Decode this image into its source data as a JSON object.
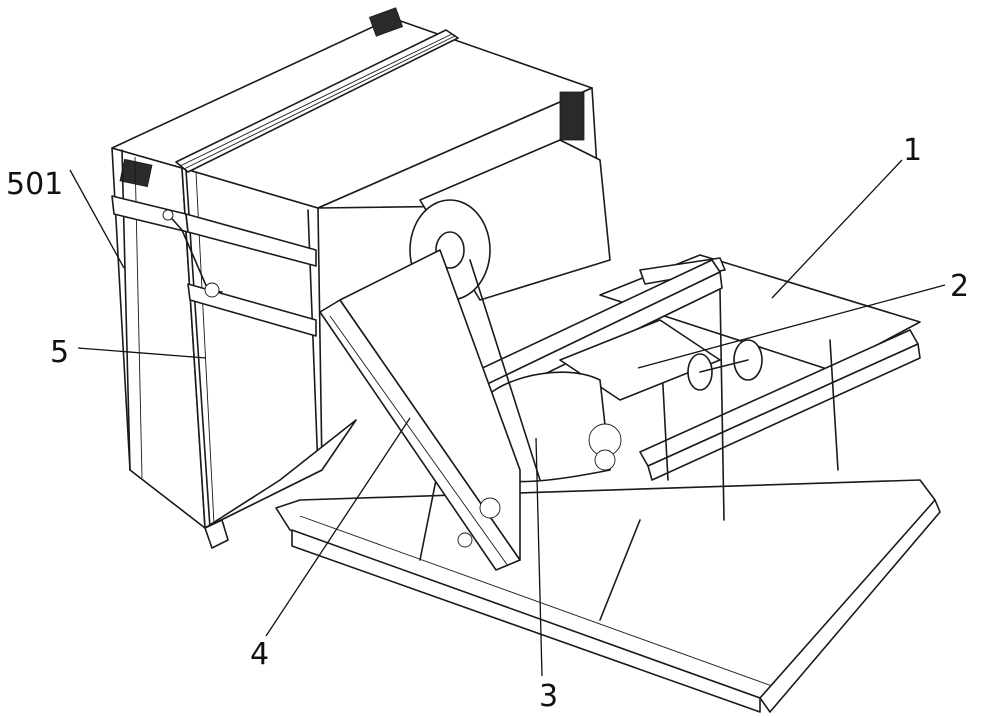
{
  "labels": {
    "l1": "1",
    "l2": "2",
    "l3": "3",
    "l4": "4",
    "l5": "5",
    "l501": "501"
  },
  "colors": {
    "line": "#1a1a1a",
    "background": "#ffffff"
  }
}
